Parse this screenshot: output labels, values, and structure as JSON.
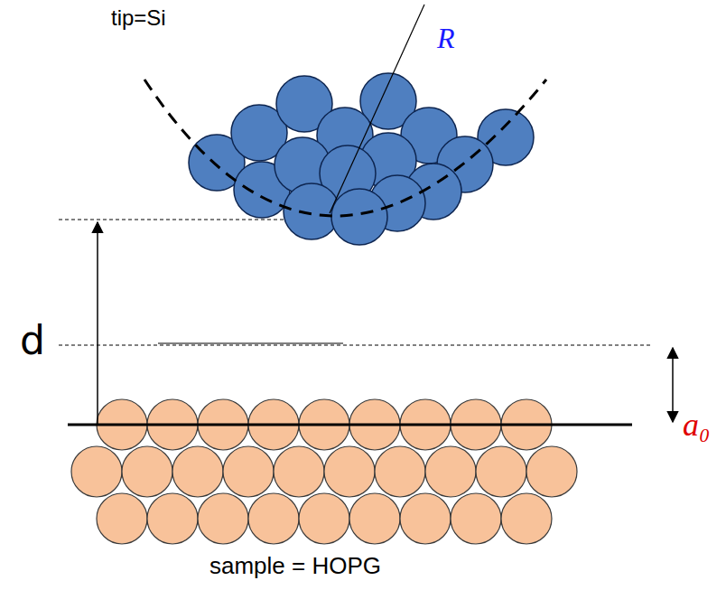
{
  "diagram": {
    "labels": [
      "tip=Si",
      "R",
      "d",
      "a₀",
      "sample = HOPG"
    ]
  }
}
